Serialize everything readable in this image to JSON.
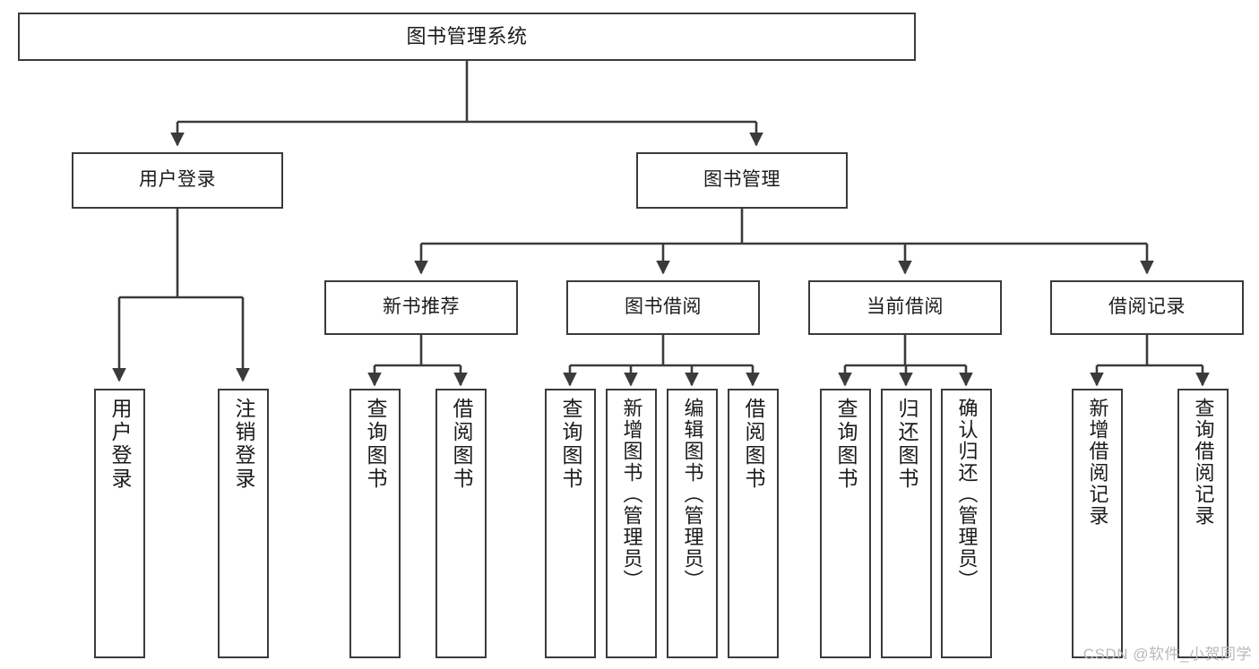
{
  "diagram": {
    "title": "图书管理系统",
    "type": "tree-hierarchy",
    "watermark": "CSDN @软件_小贺同学",
    "colors": {
      "stroke": "#3b3b3b",
      "fill": "#ffffff",
      "text": "#1b1b1b",
      "watermark": "#b9b9b9"
    },
    "nodes": {
      "root": {
        "label": "图书管理系统"
      },
      "level2": [
        {
          "label": "用户登录"
        },
        {
          "label": "图书管理"
        }
      ],
      "level3": [
        {
          "label": "新书推荐"
        },
        {
          "label": "图书借阅"
        },
        {
          "label": "当前借阅"
        },
        {
          "label": "借阅记录"
        }
      ],
      "leaves": {
        "user_login": [
          {
            "label": "用户登录"
          },
          {
            "label": "注销登录"
          }
        ],
        "new_book_recommend": [
          {
            "label": "查询图书"
          },
          {
            "label": "借阅图书"
          }
        ],
        "book_borrow": [
          {
            "label": "查询图书"
          },
          {
            "label": "新增图书（管理员）"
          },
          {
            "label": "编辑图书（管理员）"
          },
          {
            "label": "借阅图书"
          }
        ],
        "current_borrow": [
          {
            "label": "查询图书"
          },
          {
            "label": "归还图书"
          },
          {
            "label": "确认归还（管理员）"
          }
        ],
        "borrow_record": [
          {
            "label": "新增借阅记录"
          },
          {
            "label": "查询借阅记录"
          }
        ]
      }
    }
  }
}
